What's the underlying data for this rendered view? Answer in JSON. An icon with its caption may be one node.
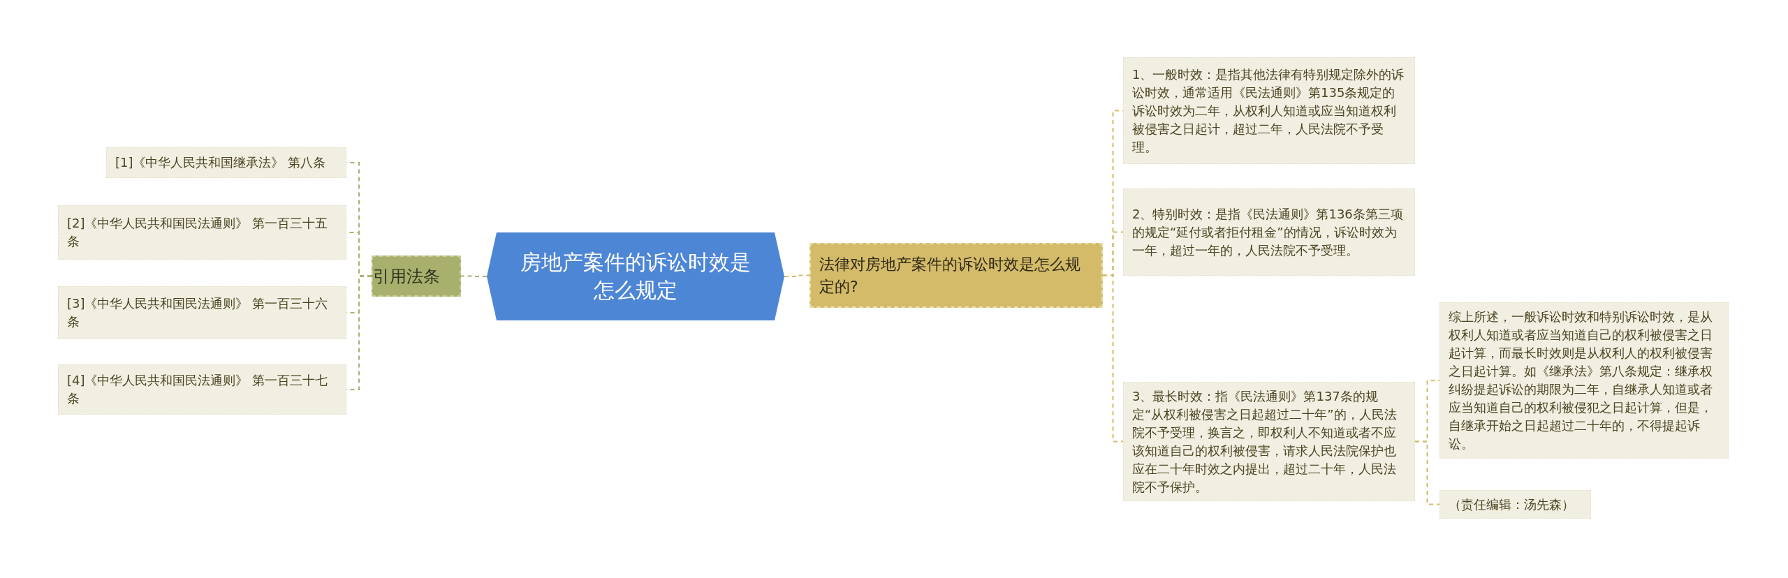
{
  "diagram": {
    "nodes": [
      {
        "text": [
          "房地产案件的诉讼时效是怎么规定"
        ]
      },
      {
        "text": [
          "引用法条"
        ]
      },
      {
        "text": [
          "[1]《中华人民共和国继承法》 第八条"
        ]
      },
      {
        "text": [
          "[2]《中华人民共和国民法通则》 第一百三十五条"
        ]
      },
      {
        "text": [
          "[3]《中华人民共和国民法通则》 第一百三十六条"
        ]
      },
      {
        "text": [
          "[4]《中华人民共和国民法通则》 第一百三十七条"
        ]
      },
      {
        "text": [
          "法律对房地产案件的诉讼时效是怎么规定的?"
        ]
      },
      {
        "text": [
          "1、一般时效：是指其他法律有特别规定除外的诉讼时效，通常适用《民法通则》第135条规定的诉讼时效为二年，从权利人知道或应当知道权利被侵害之日起计，超过二年，人民法院不予受理。"
        ]
      },
      {
        "text": [
          "2、特别时效：是指《民法通则》第136条第三项的规定“延付或者拒付租金”的情况，诉讼时效为一年，超过一年的，人民法院不予受理。"
        ]
      },
      {
        "text": [
          "3、最长时效：指《民法通则》第137条的规定“从权利被侵害之日起超过二十年”的，人民法院不予受理，换言之，即权利人不知道或者不应该知道自己的权利被侵害，请求人民法院保护也应在二十年时效之内提出，超过二十年，人民法院不予保护。"
        ]
      },
      {
        "text": [
          "综上所述，一般诉讼时效和特别诉讼时效，是从权利人知道或者应当知道自己的权利被侵害之日起计算，而最长时效则是从权利人的权利被侵害之日起计算。如《继承法》第八条规定：继承权纠纷提起诉讼的期限为二年，自继承人知道或者应当知道自己的权利被侵犯之日起计算，但是，自继承开始之日起超过二十年的，不得提起诉讼。"
        ]
      },
      {
        "text": [
          "（责任编辑：汤先森）"
        ]
      }
    ],
    "edges": [
      {
        "from": 0,
        "to": 1,
        "arrow": "none"
      },
      {
        "from": 1,
        "to": 2,
        "arrow": "none"
      },
      {
        "from": 1,
        "to": 3,
        "arrow": "none"
      },
      {
        "from": 1,
        "to": 4,
        "arrow": "none"
      },
      {
        "from": 1,
        "to": 5,
        "arrow": "none"
      },
      {
        "from": 0,
        "to": 6,
        "arrow": "none"
      },
      {
        "from": 6,
        "to": 7,
        "arrow": "none"
      },
      {
        "from": 6,
        "to": 8,
        "arrow": "none"
      },
      {
        "from": 6,
        "to": 9,
        "arrow": "none"
      },
      {
        "from": 9,
        "to": 10,
        "arrow": "none"
      },
      {
        "from": 9,
        "to": 11,
        "arrow": "none"
      }
    ]
  }
}
